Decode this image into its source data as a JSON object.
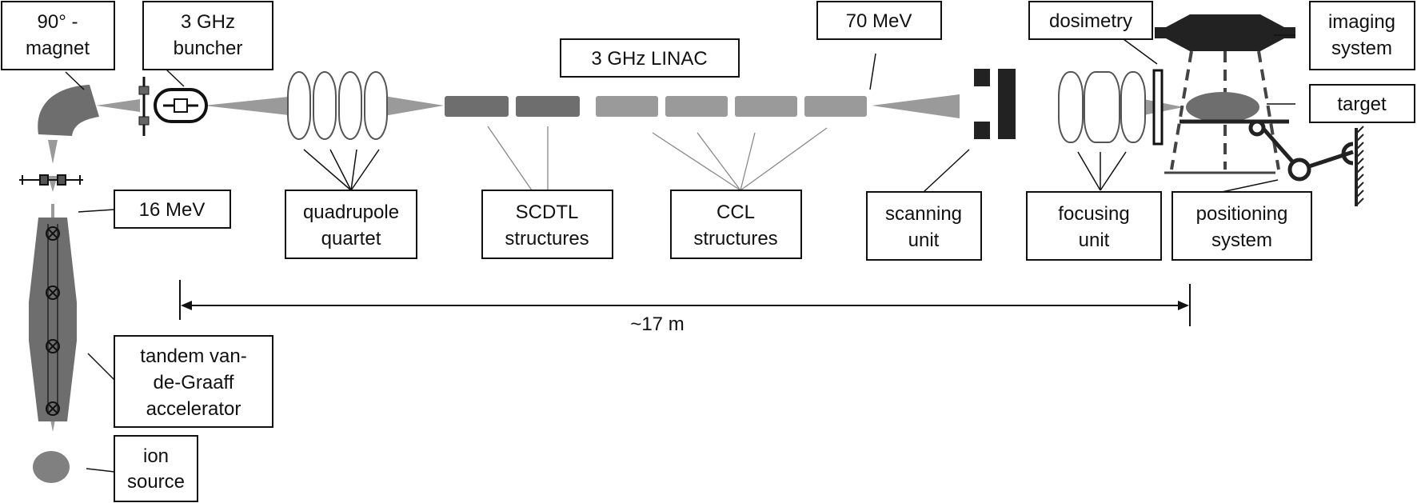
{
  "labels": {
    "magnet": [
      "90° -",
      "magnet"
    ],
    "buncher": [
      "3 GHz",
      "buncher"
    ],
    "linac": [
      "3 GHz LINAC"
    ],
    "energy_out": [
      "70 MeV"
    ],
    "dosimetry": [
      "dosimetry"
    ],
    "imaging": [
      "imaging",
      "system"
    ],
    "target": [
      "target"
    ],
    "energy_in": [
      "16 MeV"
    ],
    "quadrupole": [
      "quadrupole",
      "quartet"
    ],
    "scdtl": [
      "SCDTL",
      "structures"
    ],
    "ccl": [
      "CCL",
      "structures"
    ],
    "scanning": [
      "scanning",
      "unit"
    ],
    "focusing": [
      "focusing",
      "unit"
    ],
    "positioning": [
      "positioning",
      "system"
    ],
    "tandem": [
      "tandem van-",
      "de-Graaff",
      "accelerator"
    ],
    "ion_source": [
      "ion",
      "source"
    ]
  },
  "dimension": {
    "length": "~17 m"
  }
}
